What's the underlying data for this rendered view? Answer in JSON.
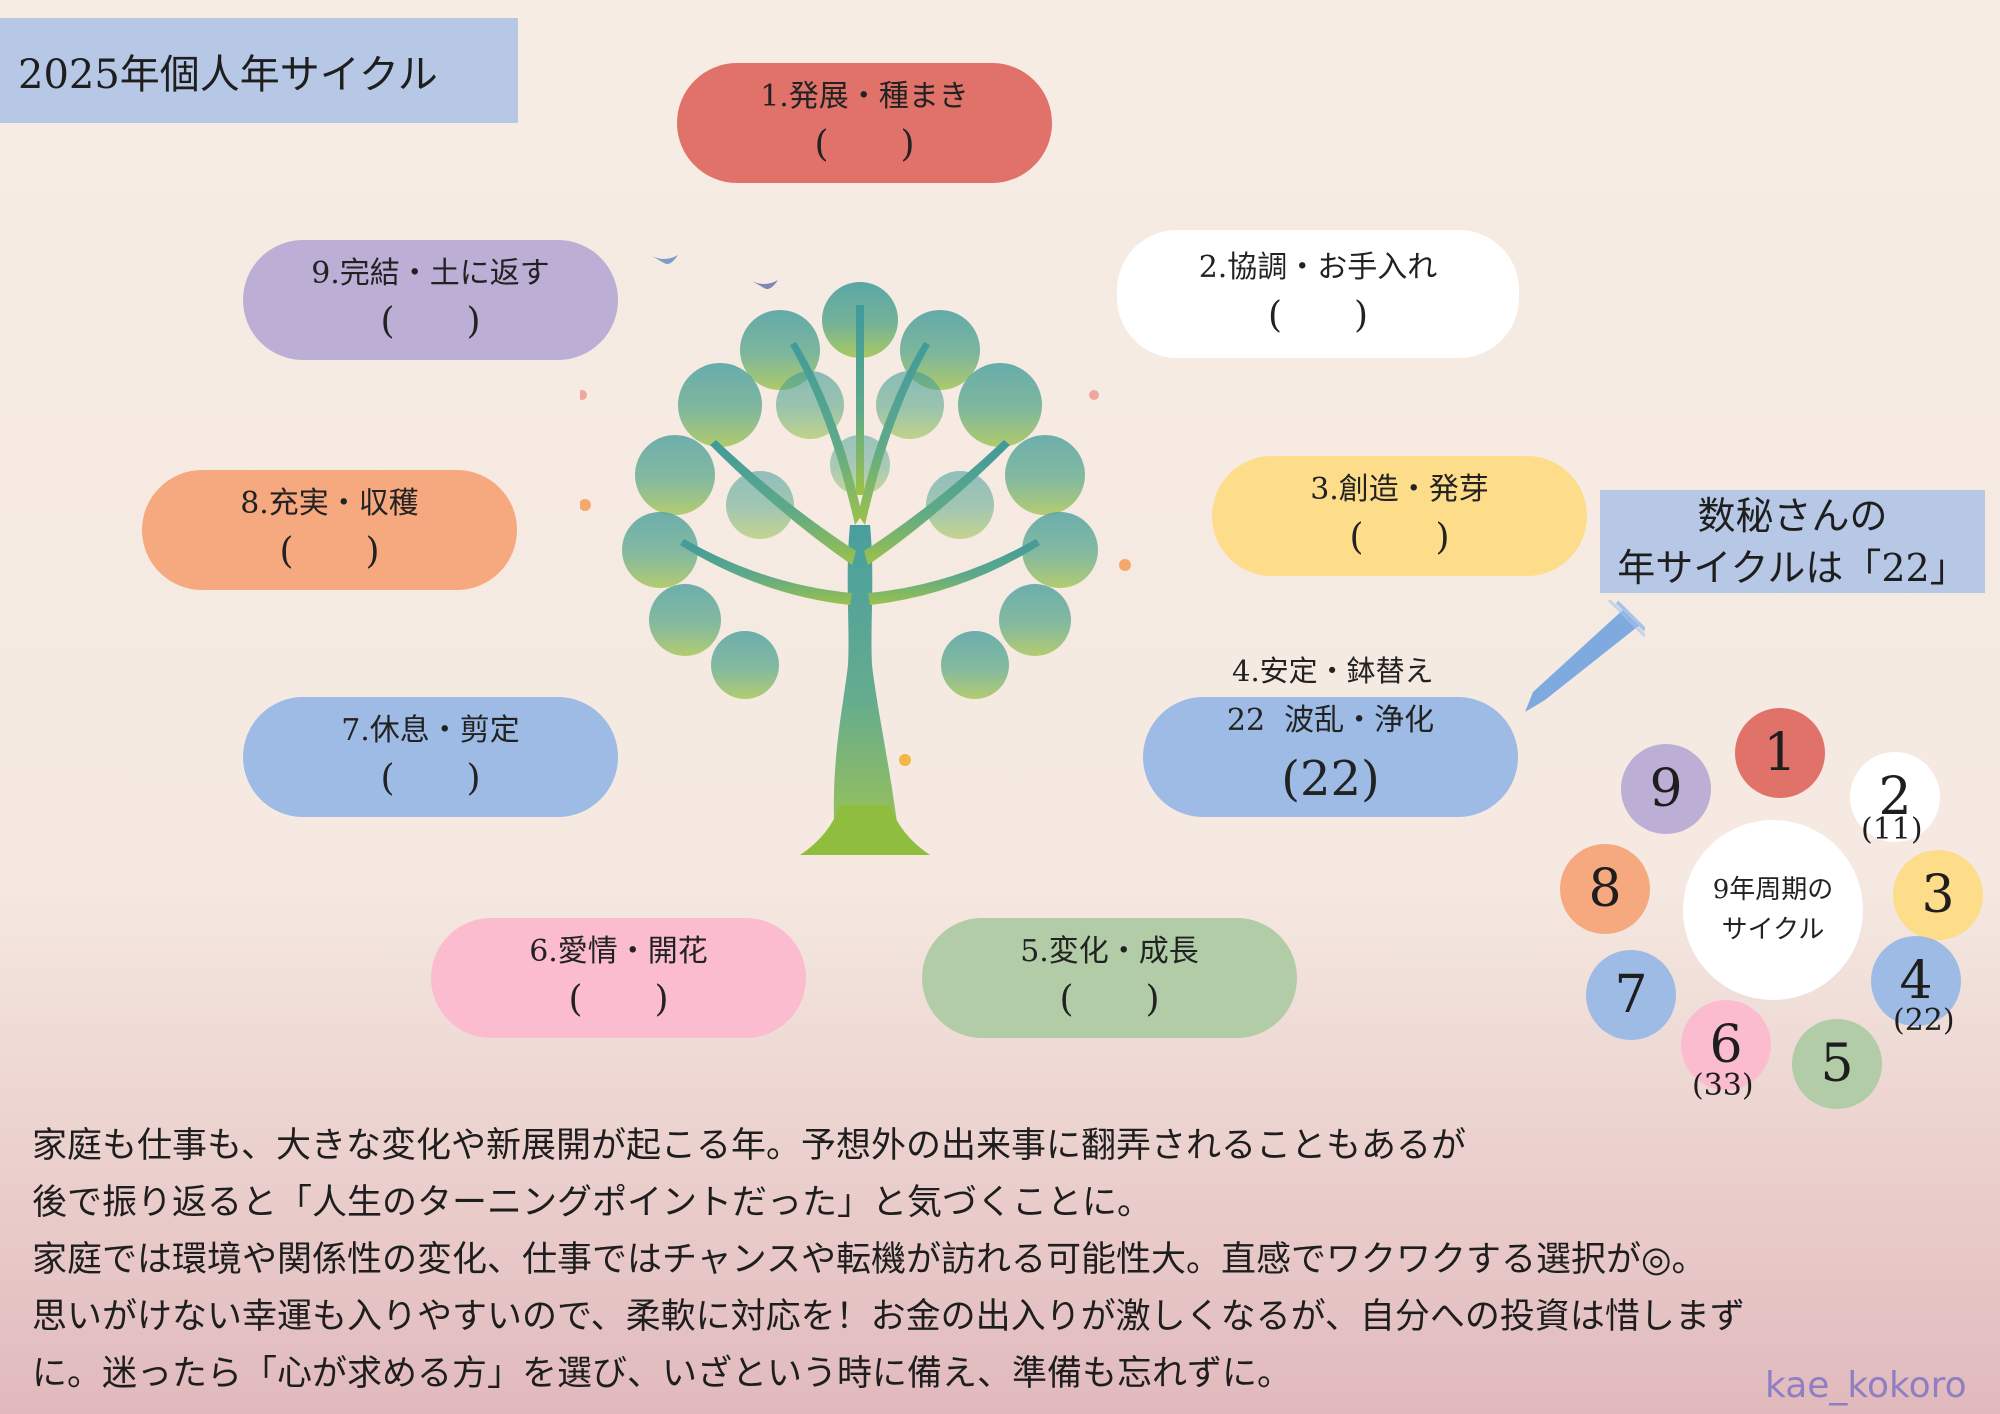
{
  "title": "2025年個人年サイクル",
  "steps": [
    {
      "label": "1.発展・種まき",
      "value": "(　　)",
      "color": "#e0726a"
    },
    {
      "label": "2.協調・お手入れ",
      "value": "(　　)",
      "color": "#ffffff"
    },
    {
      "label": "3.創造・発芽",
      "value": "(　　)",
      "color": "#fddc8a"
    },
    {
      "label": "4.安定・鉢替え",
      "sublabel": "22  波乱・浄化",
      "value": "(22)",
      "color": "#9dbbe5"
    },
    {
      "label": "5.変化・成長",
      "value": "(　　)",
      "color": "#b1cca6"
    },
    {
      "label": "6.愛情・開花",
      "value": "(　　)",
      "color": "#fbbccf"
    },
    {
      "label": "7.休息・剪定",
      "value": "(　　)",
      "color": "#9dbbe5"
    },
    {
      "label": "8.充実・収穫",
      "value": "(　　)",
      "color": "#f6a97e"
    },
    {
      "label": "9.完結・土に返す",
      "value": "(　　)",
      "color": "#bcaed4"
    }
  ],
  "note": {
    "line1": "数秘さんの",
    "line2": "年サイクルは「22」"
  },
  "cycle": {
    "center_line1": "9年周期の",
    "center_line2": "サイクル",
    "numbers": [
      {
        "n": "1",
        "sub": "",
        "color": "#e0726a"
      },
      {
        "n": "2",
        "sub": "(11)",
        "color": "#ffffff"
      },
      {
        "n": "3",
        "sub": "",
        "color": "#fddc8a"
      },
      {
        "n": "4",
        "sub": "(22)",
        "color": "#9dbbe5"
      },
      {
        "n": "5",
        "sub": "",
        "color": "#b1cca6"
      },
      {
        "n": "6",
        "sub": "(33)",
        "color": "#fbbccf"
      },
      {
        "n": "7",
        "sub": "",
        "color": "#9dbbe5"
      },
      {
        "n": "8",
        "sub": "",
        "color": "#f6a97e"
      },
      {
        "n": "9",
        "sub": "",
        "color": "#bcaed4"
      }
    ]
  },
  "body_lines": [
    " 家庭も仕事も、大きな変化や新展開が起こる年。予想外の出来事に翻弄されることもあるが",
    "後で振り返ると「人生のターニングポイントだった」と気づくことに。",
    "  家庭では環境や関係性の変化、仕事ではチャンスや転機が訪れる可能性大。直感でワクワクする選択が◎。",
    "思いがけない幸運も入りやすいので、柔軟に対応を！お金の出入りが激しくなるが、自分への投資は惜しまず",
    "に。迷ったら「心が求める方」を選び、いざという時に備え、準備も忘れずに。"
  ],
  "signature": "kae_kokoro"
}
